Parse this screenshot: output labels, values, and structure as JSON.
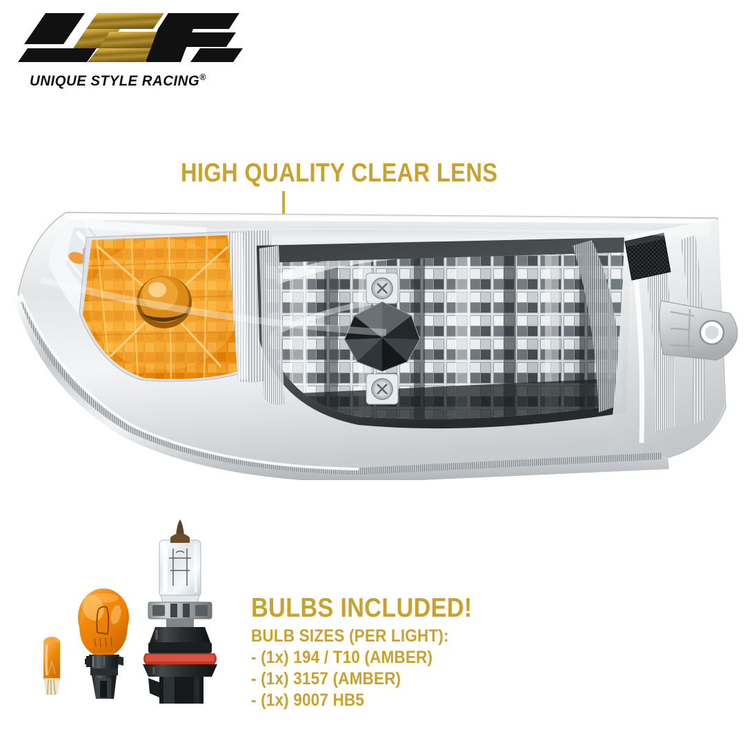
{
  "background_color": "#ffffff",
  "brand": {
    "logo_letters": "USR",
    "logo_letter_u": "U",
    "logo_letter_s": "S",
    "logo_letter_r": "R",
    "tagline": "UNIQUE STYLE RACING",
    "registered_mark": "®",
    "colors": {
      "black": "#111111",
      "gold_light": "#d8b34a",
      "gold_dark": "#8a6a1e"
    }
  },
  "callout": {
    "label": "HIGH QUALITY CLEAR LENS",
    "color": "#c9a12c",
    "pointer_color": "#d3a92c"
  },
  "product": {
    "type": "headlight-assembly",
    "lens": "clear",
    "turn_signal_color": "amber",
    "housing_color": "chrome",
    "features": [
      "clear lens",
      "amber turn signal reflector",
      "grid pattern chrome reflector",
      "black ribbed vent",
      "mounting tab"
    ]
  },
  "bulbs": {
    "title": "BULBS INCLUDED!",
    "subtitle": "BULB SIZES (PER LIGHT):",
    "color": "#c9a12c",
    "items": [
      "-  (1x) 194 / T10 (AMBER)",
      "-  (1x)  3157 (AMBER)",
      "-  (1x) 9007 HB5"
    ],
    "images": [
      {
        "name": "t10-amber-wedge-bulb",
        "label": "194 / T10 (AMBER)",
        "glass_color": "#f08a10"
      },
      {
        "name": "3157-amber-bulb",
        "label": "3157 (AMBER)",
        "glass_color": "#ef8406"
      },
      {
        "name": "9007-hb5-halogen-bulb",
        "label": "9007 HB5",
        "glass_color": "#e8ecef"
      }
    ]
  }
}
